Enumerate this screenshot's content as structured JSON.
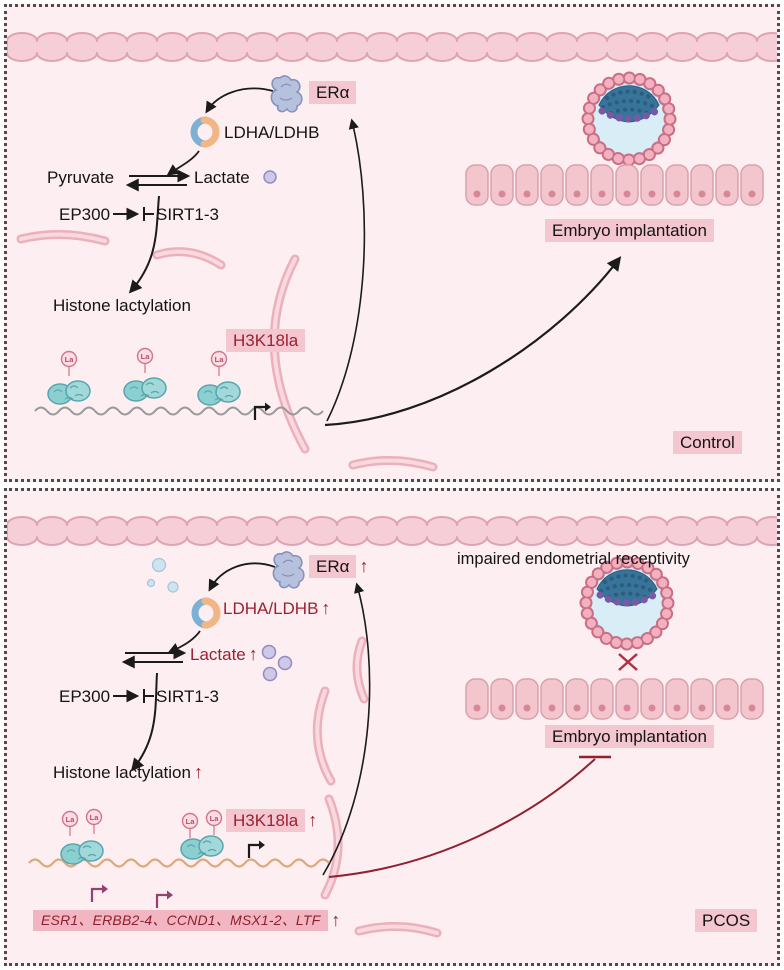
{
  "ui": {
    "la_tag": "La",
    "up_arrow": "↑"
  },
  "colors": {
    "highlight_pink": "#f4c6d0",
    "dark_red": "#9b2130",
    "panel_bg": "#fdeef1"
  },
  "control": {
    "panel_label": "Control",
    "era_label": "ERα",
    "ldh_label": "LDHA/LDHB",
    "pyruvate_label": "Pyruvate",
    "lactate_label": "Lactate",
    "ep300_label": "EP300",
    "sirt_label": "SIRT1-3",
    "histone_label": "Histone lactylation",
    "h3k18la_label": "H3K18la",
    "implantation_label": "Embryo implantation"
  },
  "pcos": {
    "panel_label": "PCOS",
    "era_label": "ERα",
    "impaired_label": "impaired endometrial receptivity",
    "ldh_label": "LDHA/LDHB",
    "lactate_label": "Lactate",
    "ep300_label": "EP300",
    "sirt_label": "SIRT1-3",
    "histone_label": "Histone lactylation",
    "h3k18la_label": "H3K18la",
    "implantation_label": "Embryo implantation",
    "genes_label": "ESR1、ERBB2-4、CCND1、MSX1-2、LTF"
  }
}
